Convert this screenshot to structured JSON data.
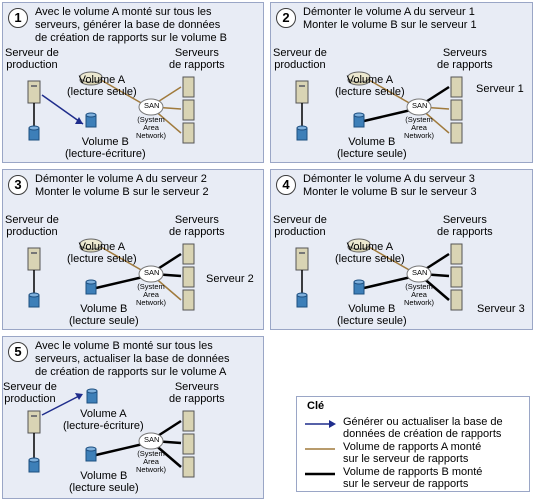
{
  "panels": [
    {
      "number": "1",
      "title": "Avec le volume A monté sur tous les\nserveurs, générer la base de données\nde création de rapports sur le volume B",
      "production_label": "Serveur de\nproduction",
      "reports_label": "Serveurs\nde rapports",
      "volume_a": "Volume A\n(lecture seule)",
      "volume_b": "Volume B\n(lecture-écriture)",
      "san": "SAN",
      "san_sub": "(System\nArea\nNetwork)",
      "server_label": ""
    },
    {
      "number": "2",
      "title": "Démonter le volume A du serveur 1\nMonter le volume B sur le serveur 1",
      "production_label": "Serveur de\nproduction",
      "reports_label": "Serveurs\nde rapports",
      "volume_a": "Volume A\n(lecture seule)",
      "volume_b": "Volume B\n(lecture seule)",
      "san": "SAN",
      "san_sub": "(System\nArea\nNetwork)",
      "server_label": "Serveur 1"
    },
    {
      "number": "3",
      "title": "Démonter le volume A du serveur 2\nMonter le volume B sur le serveur 2",
      "production_label": "Serveur de\nproduction",
      "reports_label": "Serveurs\nde rapports",
      "volume_a": "Volume A\n(lecture seule)",
      "volume_b": "Volume B\n(lecture seule)",
      "san": "SAN",
      "san_sub": "(System\nArea\nNetwork)",
      "server_label": "Serveur 2"
    },
    {
      "number": "4",
      "title": "Démonter le volume A du serveur 3\nMonter le volume B sur le serveur 3",
      "production_label": "Serveur de\nproduction",
      "reports_label": "Serveurs\nde rapports",
      "volume_a": "Volume A\n(lecture seule)",
      "volume_b": "Volume B\n(lecture seule)",
      "san": "SAN",
      "san_sub": "(System\nArea\nNetwork)",
      "server_label": "Serveur 3"
    },
    {
      "number": "5",
      "title": "Avec le volume B monté sur tous les\nserveurs, actualiser la base de données\nde création de rapports sur le volume A",
      "production_label": "Serveur de\nproduction",
      "reports_label": "Serveurs\nde rapports",
      "volume_a": "Volume A\n(lecture-écriture)",
      "volume_b": "Volume B\n(lecture seule)",
      "san": "SAN",
      "san_sub": "(System\nArea\nNetwork)",
      "server_label": ""
    }
  ],
  "legend": {
    "title": "Clé",
    "items": [
      {
        "text": "Générer ou actualiser la base de\ndonnées de création de rapports",
        "color": "#1f2d8c"
      },
      {
        "text": "Volume de rapports A monté\nsur le serveur de rapports",
        "color": "#a07a3c"
      },
      {
        "text": "Volume de rapports B monté\nsur le serveur de rapports",
        "color": "#000000"
      }
    ]
  },
  "colors": {
    "panel_bg": "#e8ecf5",
    "server": "#d9d4b4",
    "disk_a": "#d9d4b4",
    "disk_b": "#3d7fb8"
  }
}
